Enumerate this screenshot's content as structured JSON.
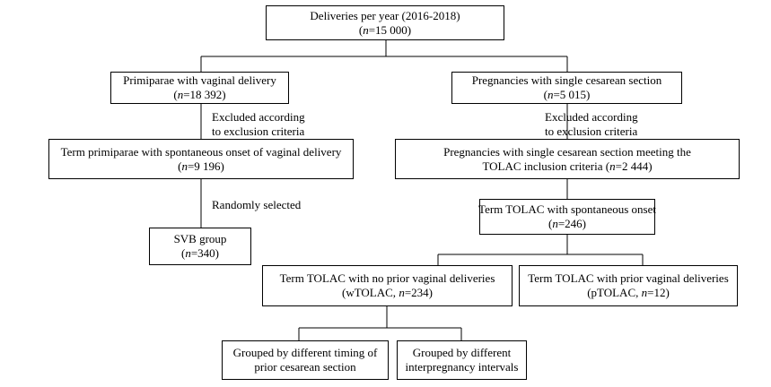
{
  "boxes": {
    "deliveries": {
      "line1": "Deliveries per year (2016-2018)",
      "n_prefix": "(",
      "n_var": "n",
      "n_value": "=15 000)"
    },
    "primiparae": {
      "line1": "Primiparae with vaginal delivery",
      "n_prefix": "(",
      "n_var": "n",
      "n_value": "=18 392)"
    },
    "single_cs": {
      "line1": "Pregnancies with single cesarean section",
      "n_prefix": "(",
      "n_var": "n",
      "n_value": "=5 015)"
    },
    "term_primiparae": {
      "line1": "Term primiparae with spontaneous onset of vaginal delivery",
      "n_prefix": "(",
      "n_var": "n",
      "n_value": "=9 196)"
    },
    "single_cs_tolac": {
      "line1": "Pregnancies with single cesarean section meeting the",
      "line2_text": "TOLAC inclusion criteria (",
      "n_var": "n",
      "n_value": "=2 444)"
    },
    "svb": {
      "line1": "SVB group",
      "n_prefix": "(",
      "n_var": "n",
      "n_value": "=340)"
    },
    "term_tolac": {
      "line1": "Term TOLAC with spontaneous onset",
      "n_prefix": "(",
      "n_var": "n",
      "n_value": "=246)"
    },
    "wtolac": {
      "line1": "Term TOLAC with no prior vaginal deliveries",
      "line2_text": "(wTOLAC, ",
      "n_var": "n",
      "n_value": "=234)"
    },
    "ptolac": {
      "line1": "Term TOLAC with prior vaginal deliveries",
      "line2_text": "(pTOLAC, ",
      "n_var": "n",
      "n_value": "=12)"
    },
    "timing": {
      "line1": "Grouped by different timing of",
      "line2": "prior cesarean section"
    },
    "intervals": {
      "line1": "Grouped by different",
      "line2": "interpregnancy intervals"
    }
  },
  "notes": {
    "excluded_left_1": "Excluded according",
    "excluded_left_2": "to exclusion criteria",
    "excluded_right_1": "Excluded according",
    "excluded_right_2": "to exclusion criteria",
    "randomly_selected": "Randomly selected"
  }
}
